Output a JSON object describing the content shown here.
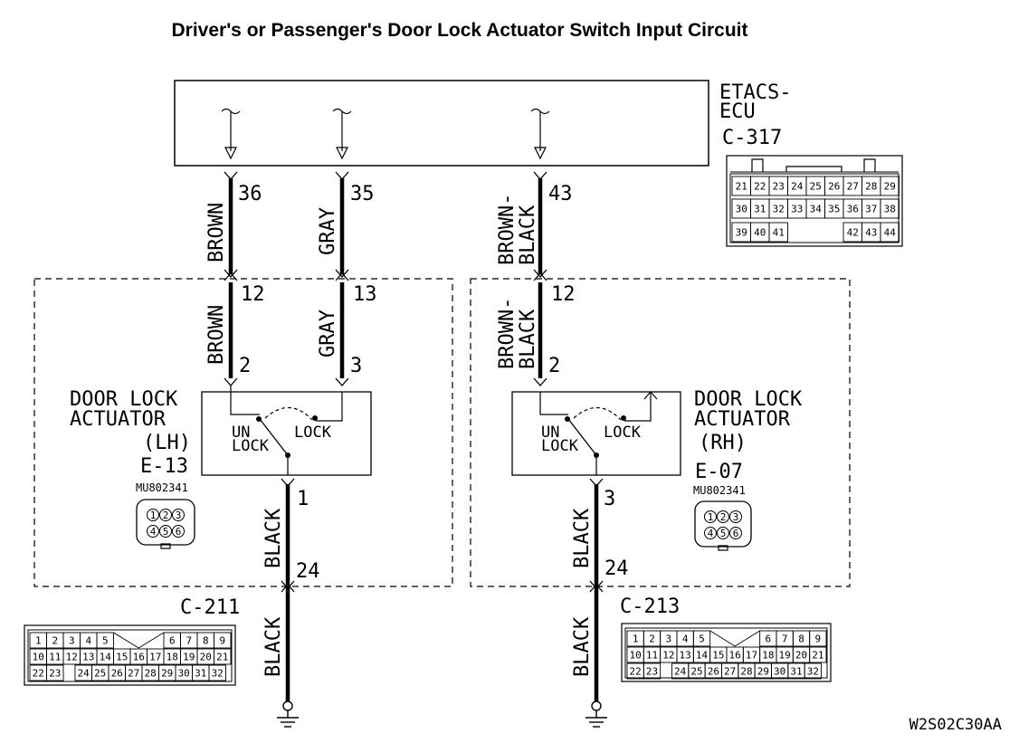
{
  "title": "Driver's or Passenger's Door Lock Actuator Switch Input Circuit",
  "ecu": {
    "name_line1": "ETACS-",
    "name_line2": "ECU",
    "connector": "C-317",
    "pins": {
      "row1": [
        "21",
        "22",
        "23",
        "24",
        "25",
        "26",
        "27",
        "28",
        "29"
      ],
      "row2": [
        "30",
        "31",
        "32",
        "33",
        "34",
        "35",
        "36",
        "37",
        "38"
      ],
      "row3": [
        "39",
        "40",
        "41",
        "42",
        "43",
        "44"
      ]
    }
  },
  "wires": {
    "lh_unlock": {
      "color": "BROWN",
      "ecu_pin": "36",
      "joint_pin": "12",
      "actuator_pin": "2"
    },
    "lh_lock": {
      "color": "GRAY",
      "ecu_pin": "35",
      "joint_pin": "13",
      "actuator_pin": "3"
    },
    "rh": {
      "color_line1": "BROWN-",
      "color_line2": "BLACK",
      "ecu_pin": "43",
      "joint_pin": "12",
      "actuator_pin": "2"
    }
  },
  "actuator_lh": {
    "line1": "DOOR LOCK",
    "line2": "ACTUATOR",
    "side": "(LH)",
    "connector": "E-13",
    "part_number": "MU802341",
    "switch_unlock_1": "UN",
    "switch_unlock_2": "LOCK",
    "switch_lock": "LOCK",
    "ground_pin": "1",
    "joint_pin": "24",
    "wire_color": "BLACK",
    "ground_connector": "C-211",
    "pins": [
      "1",
      "2",
      "3",
      "4",
      "5",
      "6"
    ]
  },
  "actuator_rh": {
    "line1": "DOOR LOCK",
    "line2": "ACTUATOR",
    "side": "(RH)",
    "connector": "E-07",
    "part_number": "MU802341",
    "switch_unlock_1": "UN",
    "switch_unlock_2": "LOCK",
    "switch_lock": "LOCK",
    "ground_pin": "3",
    "joint_pin": "24",
    "wire_color": "BLACK",
    "ground_connector": "C-213",
    "pins": [
      "1",
      "2",
      "3",
      "4",
      "5",
      "6"
    ]
  },
  "joint_connector_pins": {
    "row1": [
      "1",
      "2",
      "3",
      "4",
      "5",
      "6",
      "7",
      "8",
      "9"
    ],
    "row2": [
      "10",
      "11",
      "12",
      "13",
      "14",
      "15",
      "16",
      "17",
      "18",
      "19",
      "20",
      "21"
    ],
    "row3": [
      "22",
      "23",
      "24",
      "25",
      "26",
      "27",
      "28",
      "29",
      "30",
      "31",
      "32"
    ]
  },
  "figure_code": "W2S02C30AA"
}
